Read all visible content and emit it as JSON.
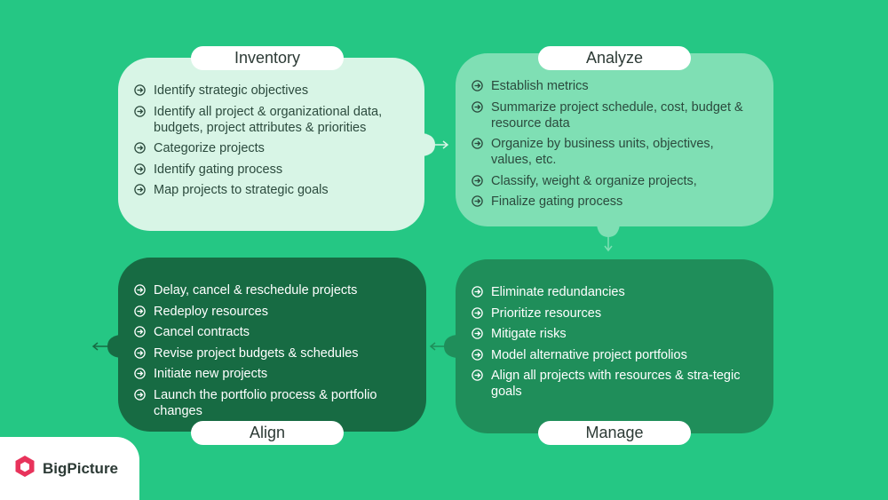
{
  "inventory": {
    "title": "Inventory",
    "items": [
      "Identify strategic objectives",
      "Identify all project & organizational data, budgets, project attributes & priorities",
      "Categorize projects",
      "Identify gating process",
      "Map projects to strategic goals"
    ]
  },
  "analyze": {
    "title": "Analyze",
    "items": [
      "Establish metrics",
      "Summarize project schedule, cost, budget & resource data",
      "Organize by business units, objectives, values, etc.",
      "Classify, weight & organize projects,",
      "Finalize gating process"
    ]
  },
  "manage": {
    "title": "Manage",
    "items": [
      "Eliminate redundancies",
      "Prioritize resources",
      "Mitigate risks",
      "Model alternative project portfolios",
      "Align all projects with resources & stra-tegic goals"
    ]
  },
  "align": {
    "title": "Align",
    "items": [
      "Delay, cancel & reschedule projects",
      "Redeploy resources",
      "Cancel contracts",
      "Revise project budgets & schedules",
      "Initiate new projects",
      "Launch the portfolio process & portfolio changes"
    ]
  },
  "logo": {
    "text": "BigPicture",
    "icon": "hexagon-logo-icon",
    "color": "#e8335b"
  },
  "colors": {
    "background": "#25c784",
    "inventory": "#d8f5e6",
    "analyze": "#7fdfb4",
    "align": "#176b43",
    "manage": "#1f8e5a"
  }
}
